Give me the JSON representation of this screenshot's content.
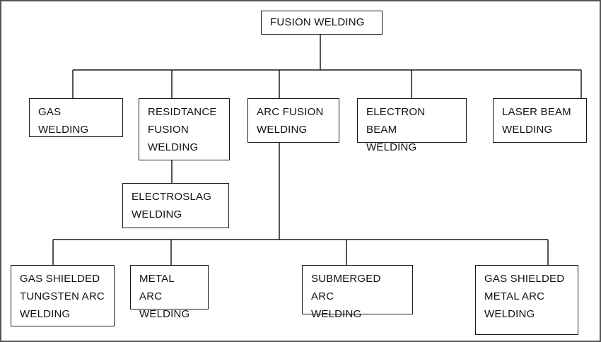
{
  "diagram": {
    "root": "FUSION WELDING",
    "level1": {
      "gas": "GAS WELDING",
      "resistance": "RESIDTANCE\nFUSION\nWELDING",
      "arc": "ARC FUSION\nWELDING",
      "electron": "ELECTRON BEAM\nWELDING",
      "laser": "LASER BEAM\nWELDING"
    },
    "electroslag": "ELECTROSLAG\nWELDING",
    "arc_children": {
      "gtaw": "GAS SHIELDED\nTUNGSTEN ARC\nWELDING",
      "metal_arc": "METAL ARC\nWELDING",
      "submerged": "SUBMERGED ARC\nWELDING",
      "gmaw": "GAS SHIELDED\nMETAL ARC\nWELDING"
    }
  }
}
